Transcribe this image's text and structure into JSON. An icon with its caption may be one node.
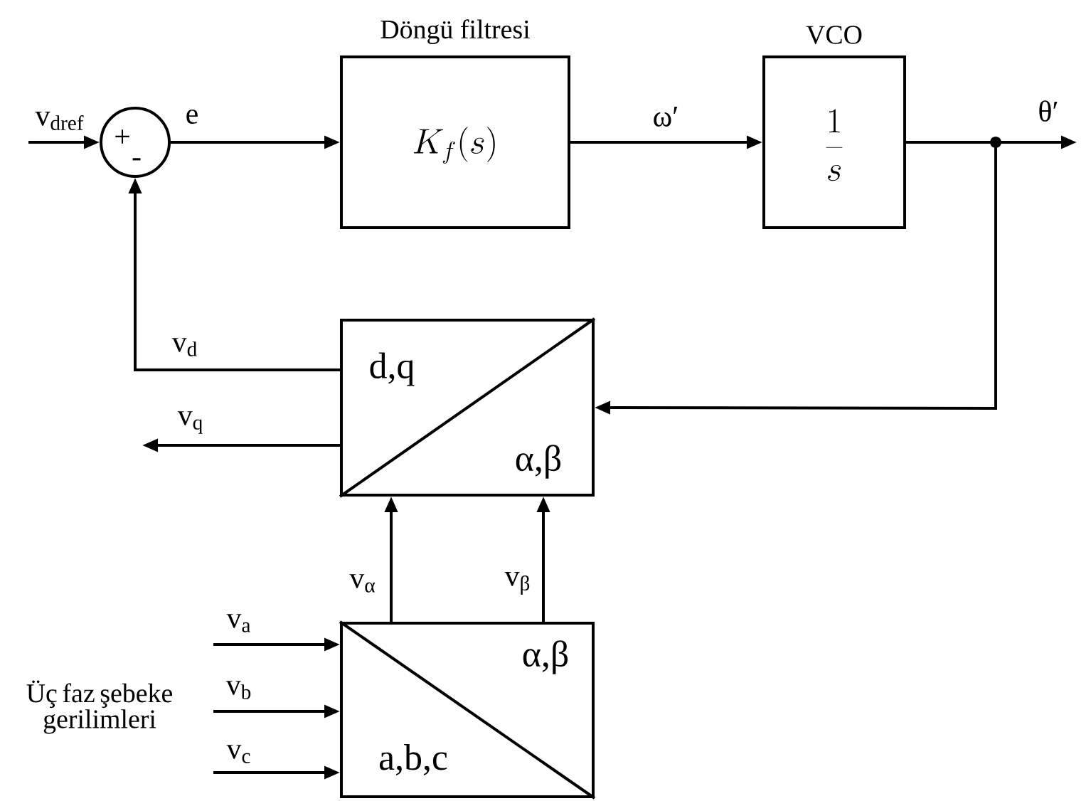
{
  "diagram": {
    "nodes": [
      {
        "text": [
          "+",
          "-"
        ]
      },
      {
        "text": [
          "Döngü filtresi",
          "K_f(s)"
        ]
      },
      {
        "text": [
          "VCO",
          "\\frac{1}{s}"
        ]
      },
      {
        "text": [
          "d,q",
          "α,β"
        ]
      },
      {
        "text": [
          "α,β",
          "a,b,c"
        ]
      }
    ],
    "edges": [
      {
        "from": null,
        "to": 0,
        "arrow": "to",
        "label": "v$_{dref}$"
      },
      {
        "from": 0,
        "to": 1,
        "arrow": "to",
        "label": "e"
      },
      {
        "from": 1,
        "to": 2,
        "arrow": "to",
        "label": "ω′"
      },
      {
        "from": 2,
        "to": null,
        "arrow": "to",
        "label": "θ′"
      },
      {
        "from": 2,
        "to": 3,
        "arrow": "to"
      },
      {
        "from": 3,
        "to": 0,
        "arrow": "to",
        "label": "v$_{d}$"
      },
      {
        "from": 3,
        "to": null,
        "arrow": "to",
        "label": "v$_{q}$"
      },
      {
        "from": 4,
        "to": 3,
        "arrow": "to",
        "label": "v$_{α}$"
      },
      {
        "from": 4,
        "to": 3,
        "arrow": "to",
        "label": "v$_{β}$"
      },
      {
        "from": null,
        "to": 4,
        "arrow": "to",
        "label": "v$_{a}$"
      },
      {
        "from": null,
        "to": 4,
        "arrow": "to",
        "label": "v$_{b}$"
      },
      {
        "from": null,
        "to": 4,
        "arrow": "to",
        "label": "v$_{c}$"
      }
    ],
    "labels": [
      "Üç faz şebeke gerilimleri"
    ]
  }
}
